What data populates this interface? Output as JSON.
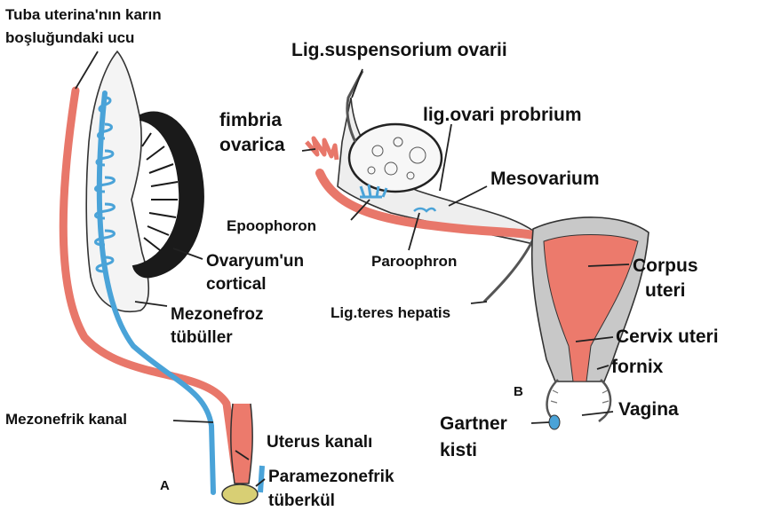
{
  "labels": {
    "tuba_line1": "Tuba uterina'nın karın",
    "tuba_line2": "boşluğundaki ucu",
    "lig_suspensorium": "Lig.suspensorium ovarii",
    "fimbria_line1": "fimbria",
    "fimbria_line2": "ovarica",
    "lig_ovari": "lig.ovari probrium",
    "mesovarium": "Mesovarium",
    "epoophoron": "Epoophoron",
    "paroophron": "Paroophron",
    "ovaryum_line1": "Ovaryum'un",
    "ovaryum_line2": "cortical",
    "corpus_line1": "Corpus",
    "corpus_line2": "uteri",
    "mezonefroz_line1": "Mezonefroz",
    "mezonefroz_line2": "tübüller",
    "lig_teres": "Lig.teres hepatis",
    "cervix": "Cervix uteri",
    "fornix": "fornix",
    "mezonefrik_kanal": "Mezonefrik kanal",
    "vagina": "Vagina",
    "gartner_line1": "Gartner",
    "gartner_line2": "kisti",
    "uterus_kanali": "Uterus kanalı",
    "paramezonefrik_line1": "Paramezonefrik",
    "paramezonefrik_line2": "tüberkül"
  },
  "panels": {
    "a": "A",
    "b": "B"
  },
  "colors": {
    "paramesonephric_duct": "#e8776a",
    "mesonephric_duct": "#4aa3d8",
    "ovary_cortex": "#1a1a1a",
    "mesentery": "#eeeeee",
    "uterus_wall": "#c8c8c8",
    "uterine_cavity": "#ec7a6c",
    "tubercle": "#d8cf74"
  }
}
